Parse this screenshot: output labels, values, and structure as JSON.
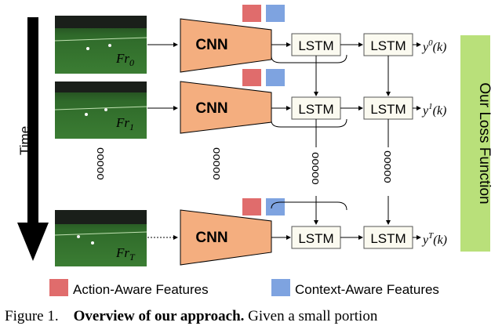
{
  "time_label": "Time",
  "cnn_label": "CNN",
  "lstm_label": "LSTM",
  "loss_label": "Our Loss Function",
  "frames": [
    {
      "base": "Fr",
      "sub": "0"
    },
    {
      "base": "Fr",
      "sub": "1"
    },
    {
      "base": "Fr",
      "sub": "T"
    }
  ],
  "outputs": [
    {
      "base": "y",
      "sup": "0",
      "arg": "(k)"
    },
    {
      "base": "y",
      "sup": "1",
      "arg": "(k)"
    },
    {
      "base": "y",
      "sup": "T",
      "arg": "(k)"
    }
  ],
  "ellipsis": "ooooo",
  "legend": {
    "action": {
      "label": "Action-Aware Features",
      "color": "#e06c6c"
    },
    "context": {
      "label": "Context-Aware Features",
      "color": "#7ea3e0"
    }
  },
  "colors": {
    "cnn": "#f4ae7f",
    "loss": "#b9e07a",
    "lstm": "#fbfaf0"
  },
  "caption": {
    "figure": "Figure 1.",
    "title": "Overview of our approach.",
    "text": "Given a small portion"
  }
}
